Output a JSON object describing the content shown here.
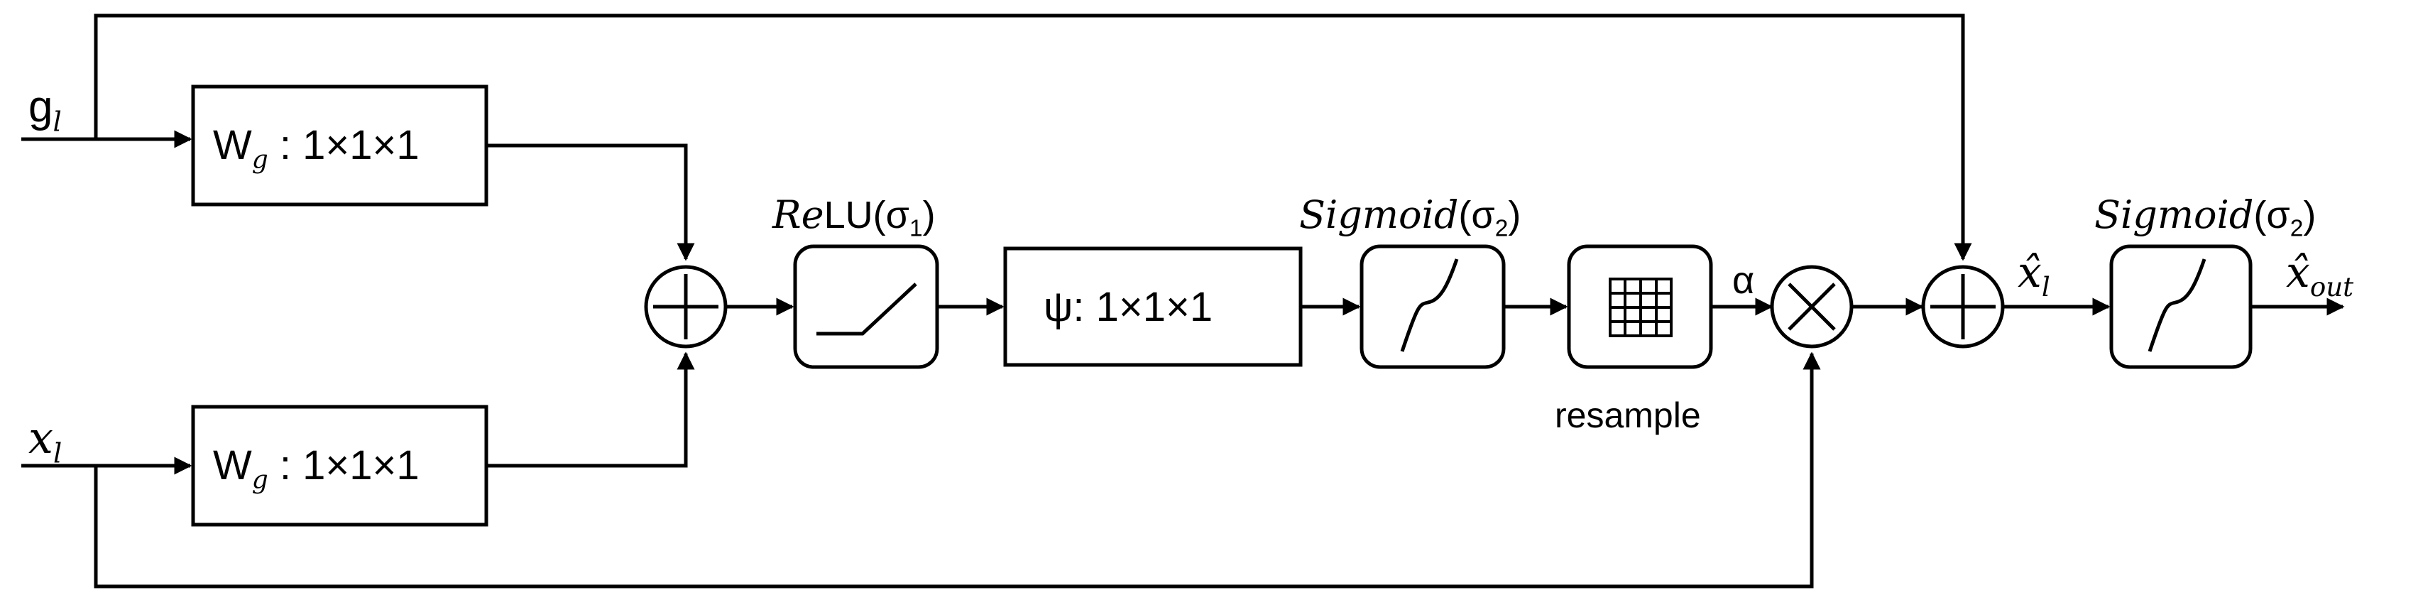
{
  "inputs": {
    "g": {
      "base": "g",
      "sub": "l"
    },
    "x": {
      "base": "x",
      "sub": "l"
    }
  },
  "blocks": {
    "wg_top": {
      "main": "W",
      "sub": "g",
      "rest": " : 1×1×1"
    },
    "wg_bottom": {
      "main": "W",
      "sub": "g",
      "rest": " : 1×1×1"
    },
    "psi": "ψ: 1×1×1",
    "resample_caption": "resample"
  },
  "activations": {
    "relu": {
      "italic": "Re",
      "plain": "LU",
      "sigma": "(σ",
      "sub": "1",
      "close": ")"
    },
    "sigmoid_1": {
      "italic": "Sigmoid",
      "sigma": "(σ",
      "sub": "2",
      "close": ")"
    },
    "sigmoid_2": {
      "italic": "Sigmoid",
      "sigma": "(σ",
      "sub": "2",
      "close": ")"
    }
  },
  "signals": {
    "alpha": "α",
    "x_hat": {
      "base": "x̂",
      "sub": "l"
    },
    "x_out": {
      "base": "x̂",
      "sub": "out"
    }
  },
  "operators": {
    "add_1": "plus",
    "multiply": "times",
    "add_2": "plus"
  },
  "colors": {
    "stroke": "#000000",
    "fill": "#ffffff"
  }
}
